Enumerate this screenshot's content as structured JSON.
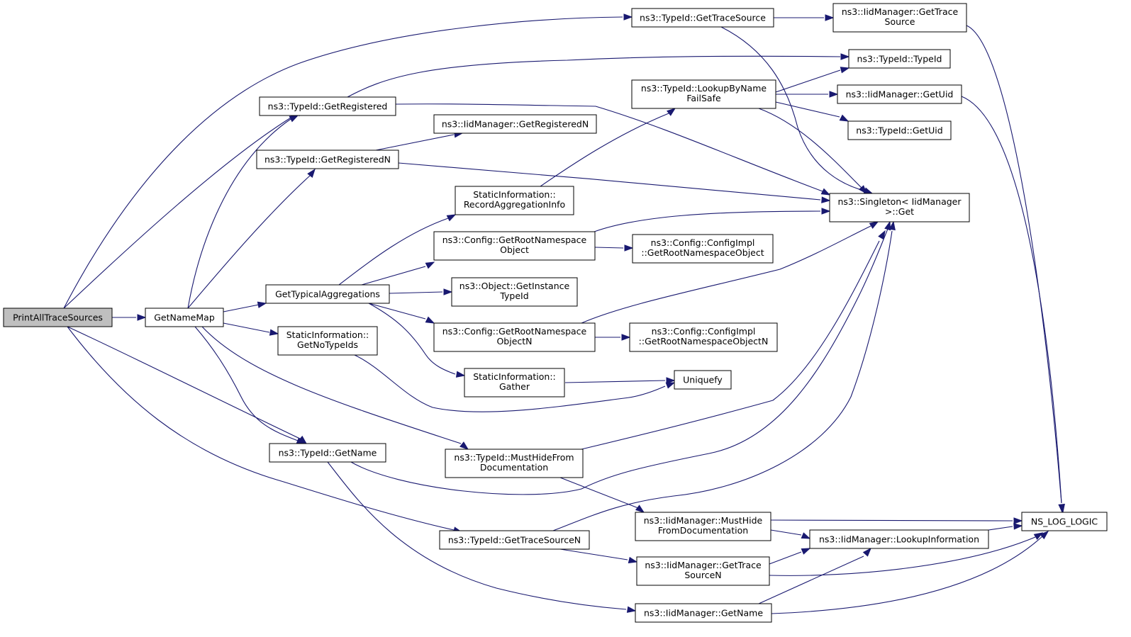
{
  "graph": {
    "colors": {
      "edge": "#191970",
      "node_border": "#000000",
      "root_fill": "#bfbfbf",
      "background": "#ffffff"
    },
    "nodes": {
      "printall": {
        "lines": [
          "PrintAllTraceSources"
        ],
        "root": true
      },
      "getnamemap": {
        "lines": [
          "GetNameMap"
        ]
      },
      "gettracesource": {
        "lines": [
          "ns3::TypeId::GetTraceSource"
        ]
      },
      "iid_gettracesource": {
        "lines": [
          "ns3::IidManager::GetTrace",
          "Source"
        ]
      },
      "typeid_typeid": {
        "lines": [
          "ns3::TypeId::TypeId"
        ]
      },
      "getregistered": {
        "lines": [
          "ns3::TypeId::GetRegistered"
        ]
      },
      "lookupbyname": {
        "lines": [
          "ns3::TypeId::LookupByName",
          "FailSafe"
        ]
      },
      "iid_getuid": {
        "lines": [
          "ns3::IidManager::GetUid"
        ]
      },
      "typeid_getuid": {
        "lines": [
          "ns3::TypeId::GetUid"
        ]
      },
      "iid_getregisteredn": {
        "lines": [
          "ns3::IidManager::GetRegisteredN"
        ]
      },
      "getregisteredn": {
        "lines": [
          "ns3::TypeId::GetRegisteredN"
        ]
      },
      "singleton_get": {
        "lines": [
          "ns3::Singleton< IidManager",
          ">::Get"
        ]
      },
      "recordaggregation": {
        "lines": [
          "StaticInformation::",
          "RecordAggregationInfo"
        ]
      },
      "getrootns": {
        "lines": [
          "ns3::Config::GetRootNamespace",
          "Object"
        ]
      },
      "impl_getrootns": {
        "lines": [
          "ns3::Config::ConfigImpl",
          "::GetRootNamespaceObject"
        ]
      },
      "gettypicalagg": {
        "lines": [
          "GetTypicalAggregations"
        ]
      },
      "getinstancetypeid": {
        "lines": [
          "ns3::Object::GetInstance",
          "TypeId"
        ]
      },
      "getrootnsn": {
        "lines": [
          "ns3::Config::GetRootNamespace",
          "ObjectN"
        ]
      },
      "impl_getrootnsn": {
        "lines": [
          "ns3::Config::ConfigImpl",
          "::GetRootNamespaceObjectN"
        ]
      },
      "getnotypeids": {
        "lines": [
          "StaticInformation::",
          "GetNoTypeIds"
        ]
      },
      "gather": {
        "lines": [
          "StaticInformation::",
          "Gather"
        ]
      },
      "uniquefy": {
        "lines": [
          "Uniquefy"
        ]
      },
      "getname": {
        "lines": [
          "ns3::TypeId::GetName"
        ]
      },
      "musthide": {
        "lines": [
          "ns3::TypeId::MustHideFrom",
          "Documentation"
        ]
      },
      "iid_musthide": {
        "lines": [
          "ns3::IidManager::MustHide",
          "FromDocumentation"
        ]
      },
      "ns_log_logic": {
        "lines": [
          "NS_LOG_LOGIC"
        ]
      },
      "gettracesourcen": {
        "lines": [
          "ns3::TypeId::GetTraceSourceN"
        ]
      },
      "iid_lookupinfo": {
        "lines": [
          "ns3::IidManager::LookupInformation"
        ]
      },
      "iid_gettracesourcen": {
        "lines": [
          "ns3::IidManager::GetTrace",
          "SourceN"
        ]
      },
      "iid_getname": {
        "lines": [
          "ns3::IidManager::GetName"
        ]
      }
    }
  }
}
